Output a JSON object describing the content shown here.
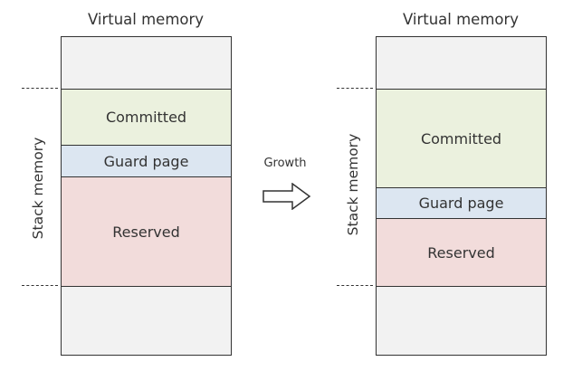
{
  "left_panel": {
    "title": "Virtual memory",
    "side_label": "Stack memory",
    "regions": {
      "committed": "Committed",
      "guard": "Guard page",
      "reserved": "Reserved"
    }
  },
  "right_panel": {
    "title": "Virtual memory",
    "side_label": "Stack memory",
    "regions": {
      "committed": "Committed",
      "guard": "Guard page",
      "reserved": "Reserved"
    }
  },
  "growth": {
    "label": "Growth",
    "icon": "right-arrow-icon"
  },
  "colors": {
    "outline": "#333333",
    "unallocated": "#f2f2f2",
    "committed": "#ebf1de",
    "guard_page": "#dce6f1",
    "reserved": "#f2dcdb"
  }
}
